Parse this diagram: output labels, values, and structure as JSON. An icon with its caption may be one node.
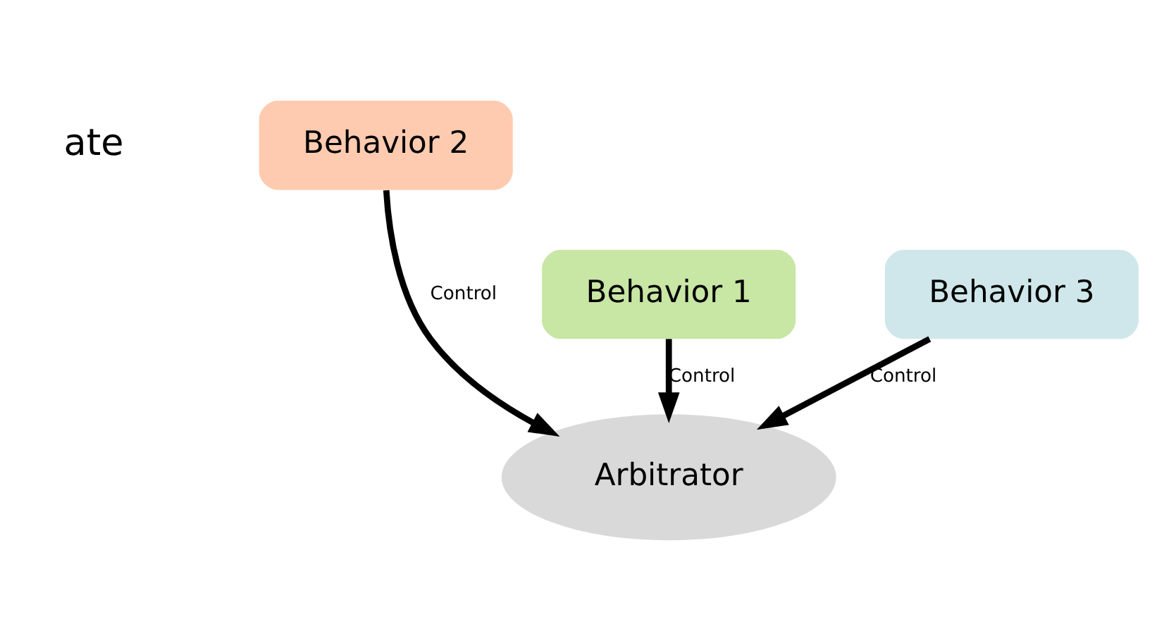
{
  "diagram": {
    "nodes": [
      {
        "text": [
          "Behavior 2"
        ]
      },
      {
        "text": [
          "Behavior 1"
        ]
      },
      {
        "text": [
          "Behavior 3"
        ]
      },
      {
        "text": [
          "Arbitrator"
        ]
      }
    ],
    "edges": [
      {
        "from": 1,
        "to": 3,
        "label": "Control",
        "arrow": "to"
      },
      {
        "from": 0,
        "to": 3,
        "label": "Control",
        "arrow": "to"
      },
      {
        "from": 2,
        "to": 3,
        "label": "Control",
        "arrow": "to"
      }
    ],
    "labels": [
      "ate"
    ]
  }
}
